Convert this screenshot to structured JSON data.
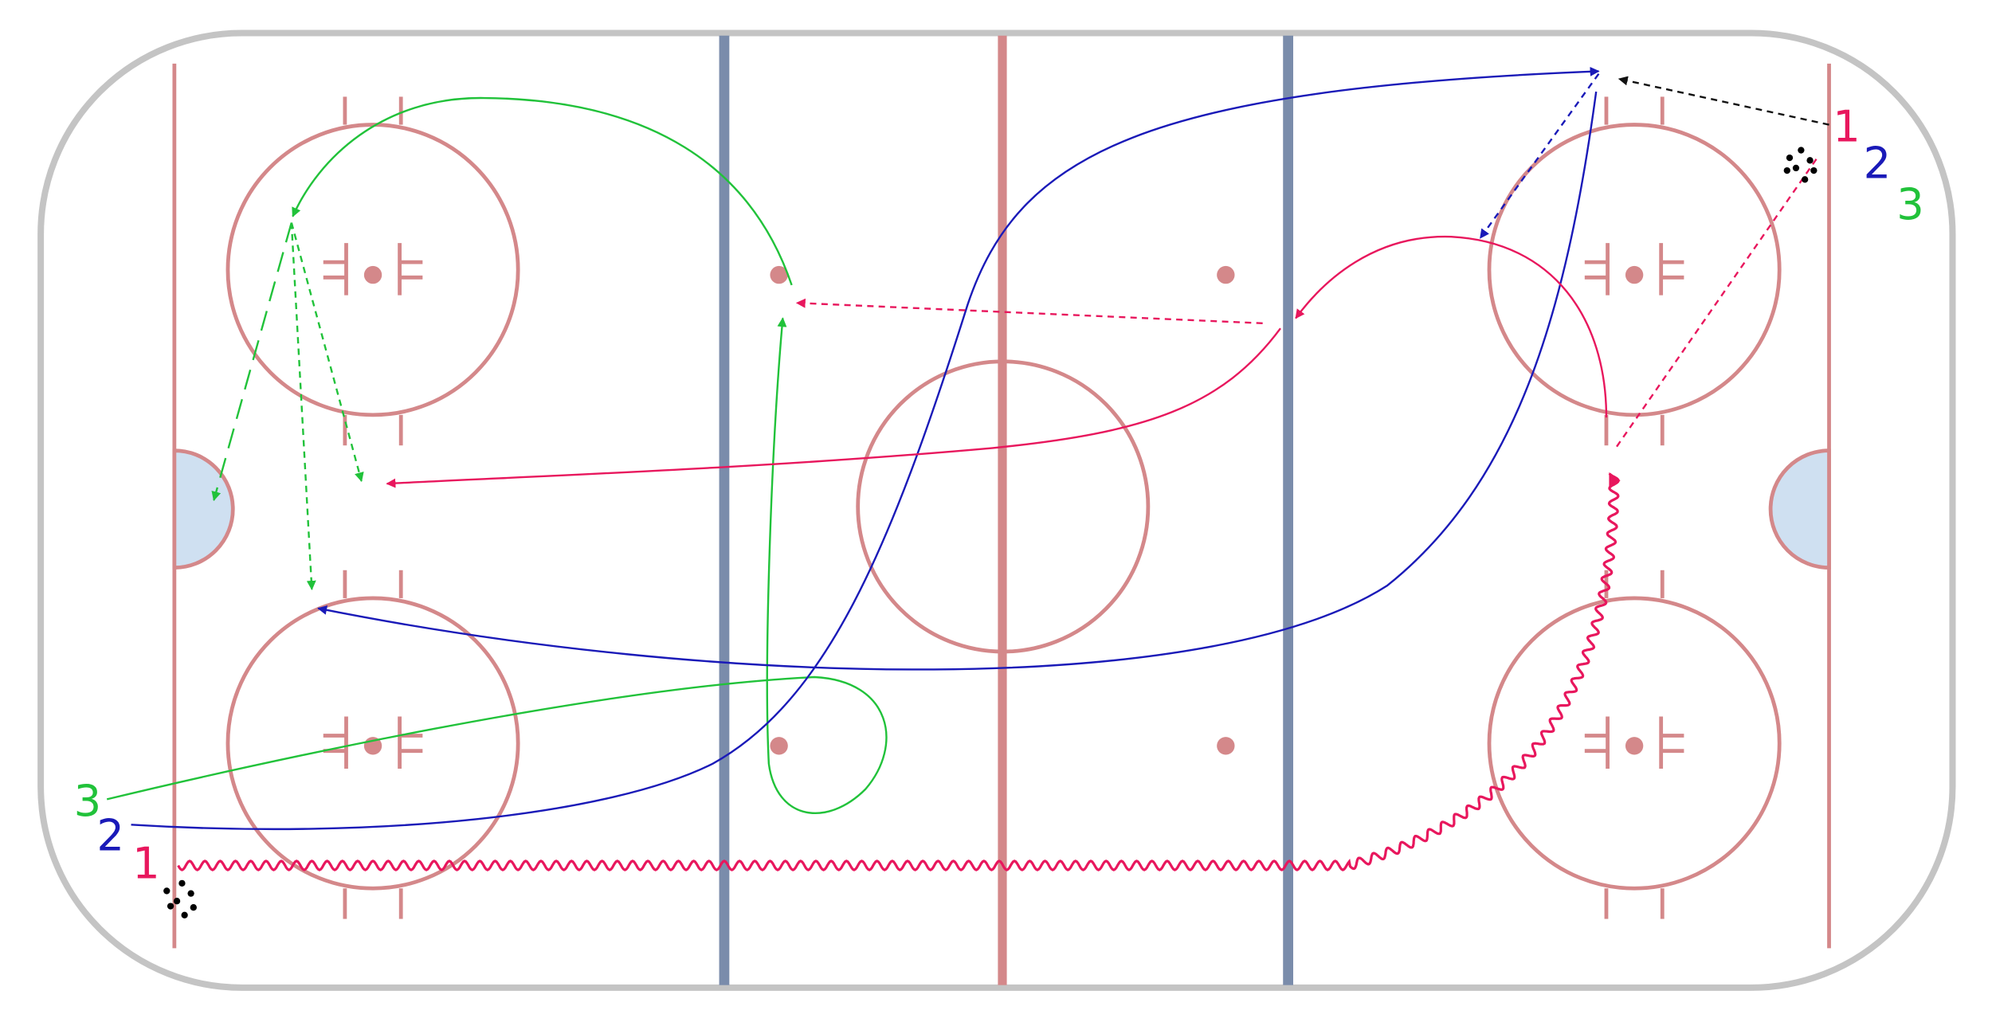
{
  "colors": {
    "board": "#c4c4c4",
    "red_line": "#d4888a",
    "blue_line": "#7a8cab",
    "crease": "#cfe0f1",
    "player1": "#e8175d",
    "player2": "#1a1ab8",
    "player3": "#21c23a",
    "pass_black": "#111111",
    "puck": "#000000"
  },
  "players": {
    "left": [
      {
        "label": "1",
        "player": "player1"
      },
      {
        "label": "2",
        "player": "player2"
      },
      {
        "label": "3",
        "player": "player3"
      }
    ],
    "right": [
      {
        "label": "1",
        "player": "player1"
      },
      {
        "label": "2",
        "player": "player2"
      },
      {
        "label": "3",
        "player": "player3"
      }
    ]
  }
}
